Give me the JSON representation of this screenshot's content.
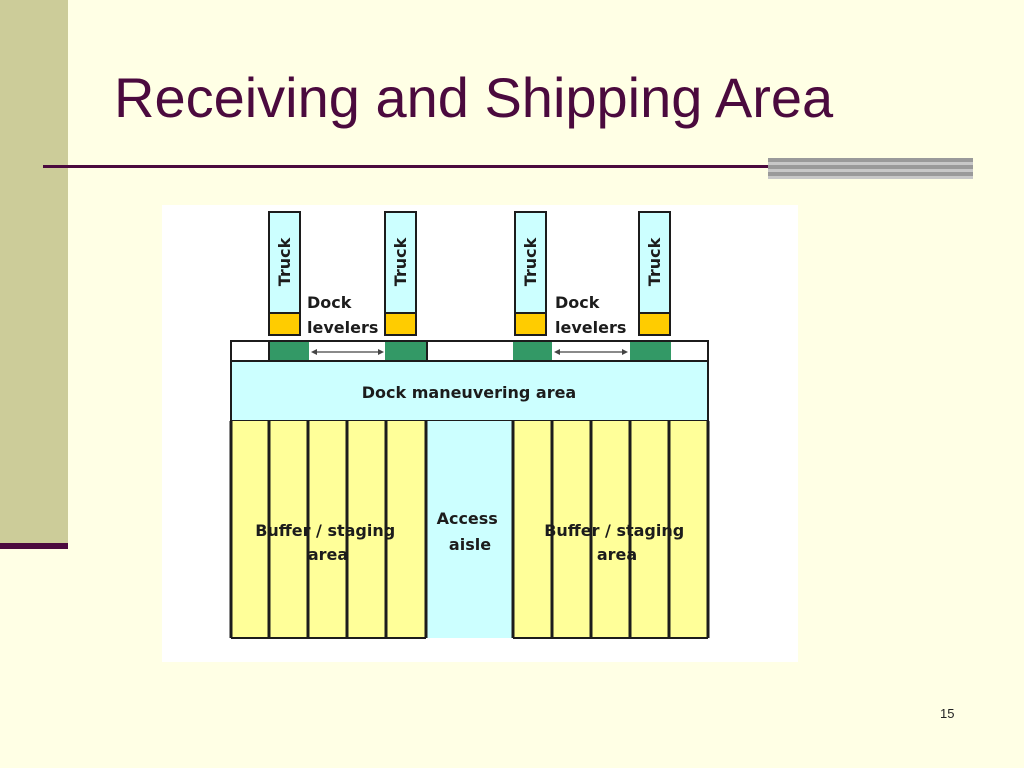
{
  "slide": {
    "title": "Receiving and Shipping Area",
    "page_number": "15",
    "colors": {
      "background": "#FFFFE5",
      "accent": "#4B0A3E",
      "side_bar": "#CCCC99"
    }
  },
  "diagram": {
    "truck_label": "Truck",
    "dock_levelers": [
      "Dock",
      "levelers"
    ],
    "maneuvering_area": "Dock maneuvering area",
    "access_aisle": [
      "Access",
      "aisle"
    ],
    "buffer_left": [
      "Buffer / staging",
      "area"
    ],
    "buffer_right": [
      "Buffer / staging",
      "area"
    ],
    "colors": {
      "truck_body": "#CCFFFF",
      "leveler": "#FFCC00",
      "dock_door": "#339966",
      "maneuvering": "#CCFFFF",
      "buffer": "#FFFF99",
      "aisle": "#CCFFFF"
    }
  }
}
